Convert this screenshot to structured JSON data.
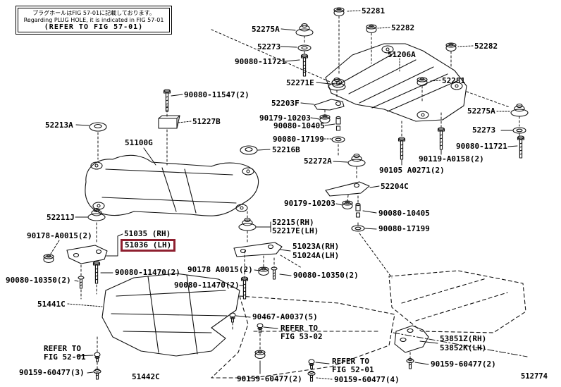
{
  "note_box": {
    "line_jp": "プラグホールはFIG 57-01に記載しております。",
    "line_en": "Regarding PLUG HOLE, it is indicated in FIG 57-01",
    "line_ref": "(REFER TO FIG 57-01)"
  },
  "diagram_id": "512774",
  "highlight": {
    "box_color": "#8e1f2f",
    "selected_part": "51036 (LH)"
  },
  "parts": [
    {
      "text": "52281"
    },
    {
      "text": "52282"
    },
    {
      "text": "52275A"
    },
    {
      "text": "52273"
    },
    {
      "text": "90080-11721"
    },
    {
      "text": "51206A"
    },
    {
      "text": "52282"
    },
    {
      "text": "52271E"
    },
    {
      "text": "52281"
    },
    {
      "text": "90080-11547(2)"
    },
    {
      "text": "52203F"
    },
    {
      "text": "52275A"
    },
    {
      "text": "90179-10203"
    },
    {
      "text": "52213A"
    },
    {
      "text": "51227B"
    },
    {
      "text": "52273"
    },
    {
      "text": "90080-10405"
    },
    {
      "text": "51100G"
    },
    {
      "text": "90080-17199"
    },
    {
      "text": "90080-11721"
    },
    {
      "text": "52216B"
    },
    {
      "text": "90119-A0158(2)"
    },
    {
      "text": "52272A"
    },
    {
      "text": "90105 A0271(2)"
    },
    {
      "text": "52204C"
    },
    {
      "text": "90179-10203"
    },
    {
      "text": "52211J"
    },
    {
      "text": "90080-10405"
    },
    {
      "text": "52215(RH)"
    },
    {
      "text": "52217E(LH)"
    },
    {
      "text": "90080-17199"
    },
    {
      "text": "90178-A0015(2)"
    },
    {
      "text": "51035 (RH)"
    },
    {
      "text": "51036 (LH)"
    },
    {
      "text": "51023A(RH)"
    },
    {
      "text": "51024A(LH)"
    },
    {
      "text": "90080-11470(2)"
    },
    {
      "text": "90178 A0015(2)"
    },
    {
      "text": "90080-10350(2)"
    },
    {
      "text": "90080-11470(2)"
    },
    {
      "text": "90080-10350(2)"
    },
    {
      "text": "51441C"
    },
    {
      "text": "90467-A0037(5)"
    },
    {
      "text": "REFER TO"
    },
    {
      "text": "FIG 53-02"
    },
    {
      "text": "53851Z(RH)"
    },
    {
      "text": "53852K(LH)"
    },
    {
      "text": "REFER TO"
    },
    {
      "text": "FIG 52-01"
    },
    {
      "text": "90159-60477(2)"
    },
    {
      "text": "90159-60477(3)"
    },
    {
      "text": "51442C"
    },
    {
      "text": "90159-60477(2)"
    },
    {
      "text": "REFER TO"
    },
    {
      "text": "FIG 52-01"
    },
    {
      "text": "90159-60477(4)"
    }
  ]
}
